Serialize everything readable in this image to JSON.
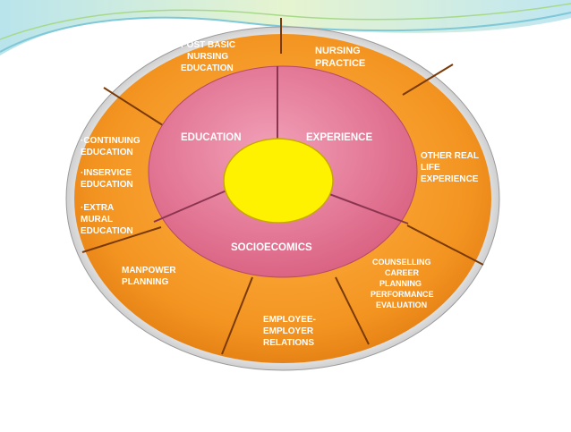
{
  "diagram": {
    "outer_segments": {
      "post_basic": [
        "POST BASIC",
        "NURSING",
        "EDUCATION"
      ],
      "nursing_practice": [
        "NURSING",
        "PRACTICE"
      ],
      "other_real_life": [
        "OTHER REAL",
        "LIFE",
        "EXPERIENCE"
      ],
      "counselling": [
        "COUNSELLING",
        "CAREER",
        "PLANNING",
        "PERFORMANCE",
        "EVALUATION"
      ],
      "employee_relations": [
        "EMPLOYEE-",
        "EMPLOYER",
        "RELATIONS"
      ],
      "manpower": [
        "MANPOWER",
        "PLANNING"
      ],
      "continuing": [
        "·CONTINUING",
        "EDUCATION",
        "·INSERVICE",
        "EDUCATION",
        "·EXTRA",
        "MURAL",
        "EDUCATION"
      ]
    },
    "inner_segments": {
      "education": "EDUCATION",
      "experience": "EXPERIENCE",
      "socioeconomics": "SOCIOECOMICS"
    },
    "colors": {
      "outer_ring": "#f39421",
      "outer_ring_dark": "#e07a10",
      "inner_ring": "#e2698a",
      "inner_ring_light": "#f08aa8",
      "center": "#fff200",
      "divider": "#7a3a08",
      "bezel": "#d8d8d8"
    }
  }
}
